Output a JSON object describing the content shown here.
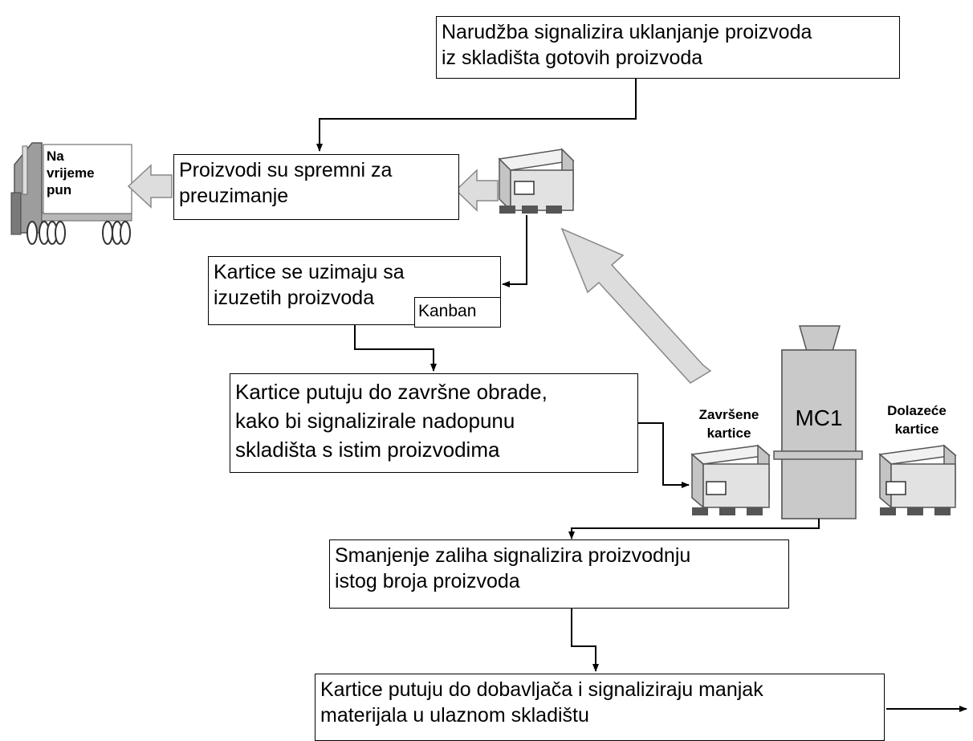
{
  "boxes": {
    "order_signal": "Narudžba signalizira uklanjanje proizvoda\niz skladišta gotovih proizvoda",
    "products_ready": "Proizvodi su spremni za\npreuzimanje",
    "cards_taken": "Kartice se uzimaju sa\nizuzetih proizvoda",
    "kanban": "Kanban",
    "cards_travel_finishing": "Kartice putuju do završne obrade,\nkako bi signalizirale nadopunu\nskladišta s istim proizvodima",
    "stock_reduction": "Smanjenje zaliha signalizira proizvodnju\nistog broja proizvoda",
    "cards_travel_supplier": "Kartice putuju do dobavljača i signaliziraju manjak\nmaterijala u ulaznom skladištu"
  },
  "labels": {
    "truck": "Na\nvrijeme\npun",
    "finished_cards": "Završene\nkartice",
    "machine": "MC1",
    "incoming_cards": "Dolazeće\nkartice"
  },
  "colors": {
    "line": "#000000",
    "box_border": "#000000",
    "machine_fill": "#c9c9c9",
    "container_front": "#e2e2e2",
    "container_top": "#f1f1f1",
    "container_side": "#c4c4c4",
    "pallet": "#555555",
    "big_arrow_fill": "#dddddd",
    "big_arrow_stroke": "#888888",
    "truck_body": "#a8a8a8"
  }
}
